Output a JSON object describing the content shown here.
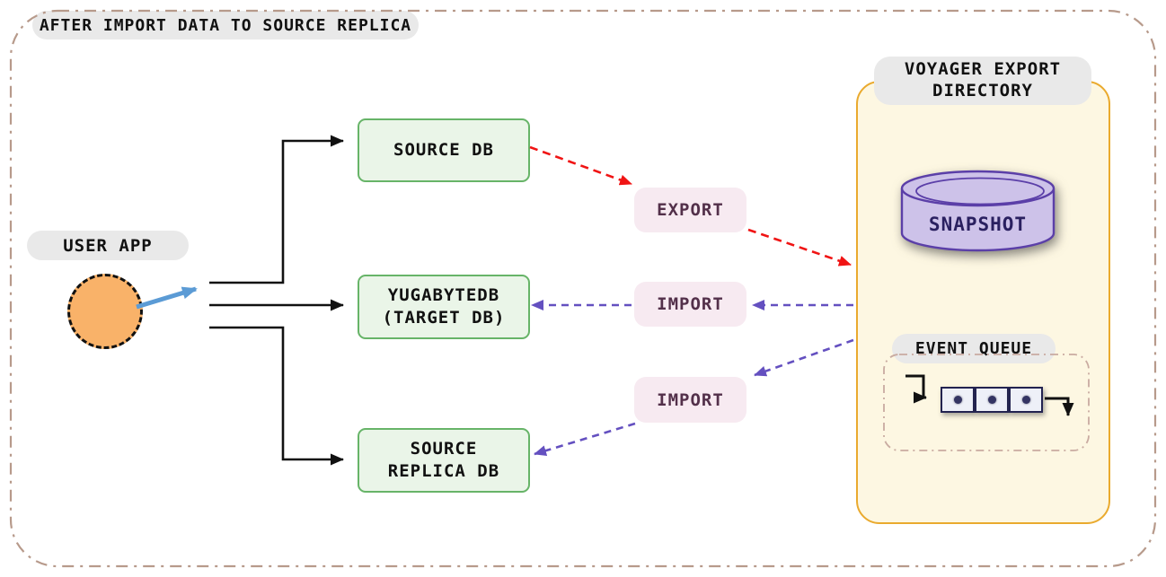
{
  "title": "AFTER IMPORT DATA TO SOURCE REPLICA",
  "user_app": {
    "label": "USER APP"
  },
  "databases": {
    "source": {
      "line1": "SOURCE DB"
    },
    "target": {
      "line1": "YUGABYTEDB",
      "line2": "(TARGET DB)"
    },
    "source_replica": {
      "line1": "SOURCE",
      "line2": "REPLICA DB"
    }
  },
  "flows": {
    "export_label": "EXPORT",
    "import_target_label": "IMPORT",
    "import_replica_label": "IMPORT"
  },
  "voyager": {
    "title_line1": "VOYAGER EXPORT",
    "title_line2": "DIRECTORY",
    "snapshot": {
      "label": "SNAPSHOT"
    },
    "event_queue": {
      "label": "EVENT QUEUE",
      "cell_count": 3
    }
  },
  "colors": {
    "outer_border": "#b79a8b",
    "pill_gray": "#e9e9e9",
    "green_fill": "#eaf5e8",
    "green_border": "#67b468",
    "pink_fill": "#f7eaf1",
    "plum_text": "#53304a",
    "yellow_fill": "#fdf7e2",
    "yellow_border": "#eaaa2e",
    "red_arrow": "#f01414",
    "purple_arrow": "#6450c0",
    "blue_arrow": "#5b9bd5",
    "orange_circle": "#f9b269",
    "lavender_fill": "#cdc2e9",
    "purple_border": "#5b3fa8",
    "snapshot_text": "#2a2060",
    "queue_cell_border": "#232350",
    "black_line": "#111111"
  }
}
